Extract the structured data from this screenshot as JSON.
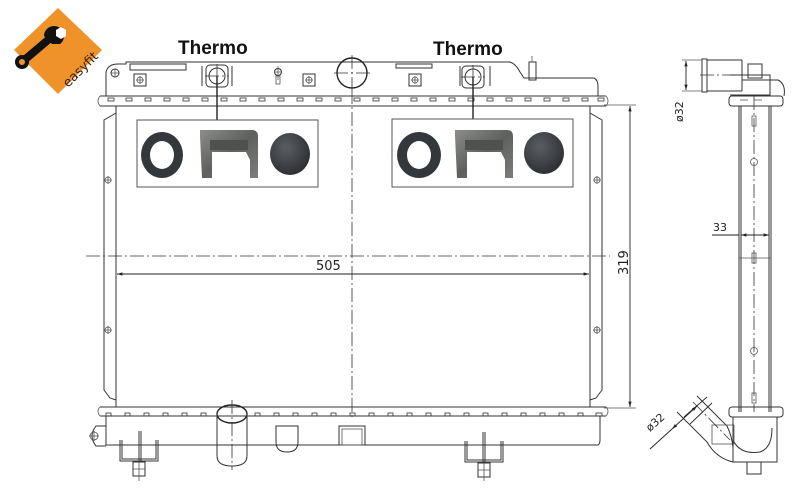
{
  "logo": {
    "brand": "easyfit",
    "icon": "wrench-hex-nut-icon",
    "bg_color": "#f0922a",
    "fg_color": "#111111"
  },
  "labels": {
    "thermo_left": "Thermo",
    "thermo_right": "Thermo"
  },
  "dimensions": {
    "width": "505",
    "height": "319",
    "depth": "33",
    "inlet_diameter": "ø32",
    "outlet_diameter": "ø32"
  },
  "parts_kits": [
    {
      "name": "thermo-left-parts",
      "items": [
        "seal-ring",
        "clip",
        "plug-cap"
      ]
    },
    {
      "name": "thermo-right-parts",
      "items": [
        "seal-ring",
        "clip",
        "plug-cap"
      ]
    }
  ],
  "colors": {
    "line": "#333333",
    "rubber_dark": "#3a3d42",
    "metal_clip": "#6b6e6b"
  }
}
